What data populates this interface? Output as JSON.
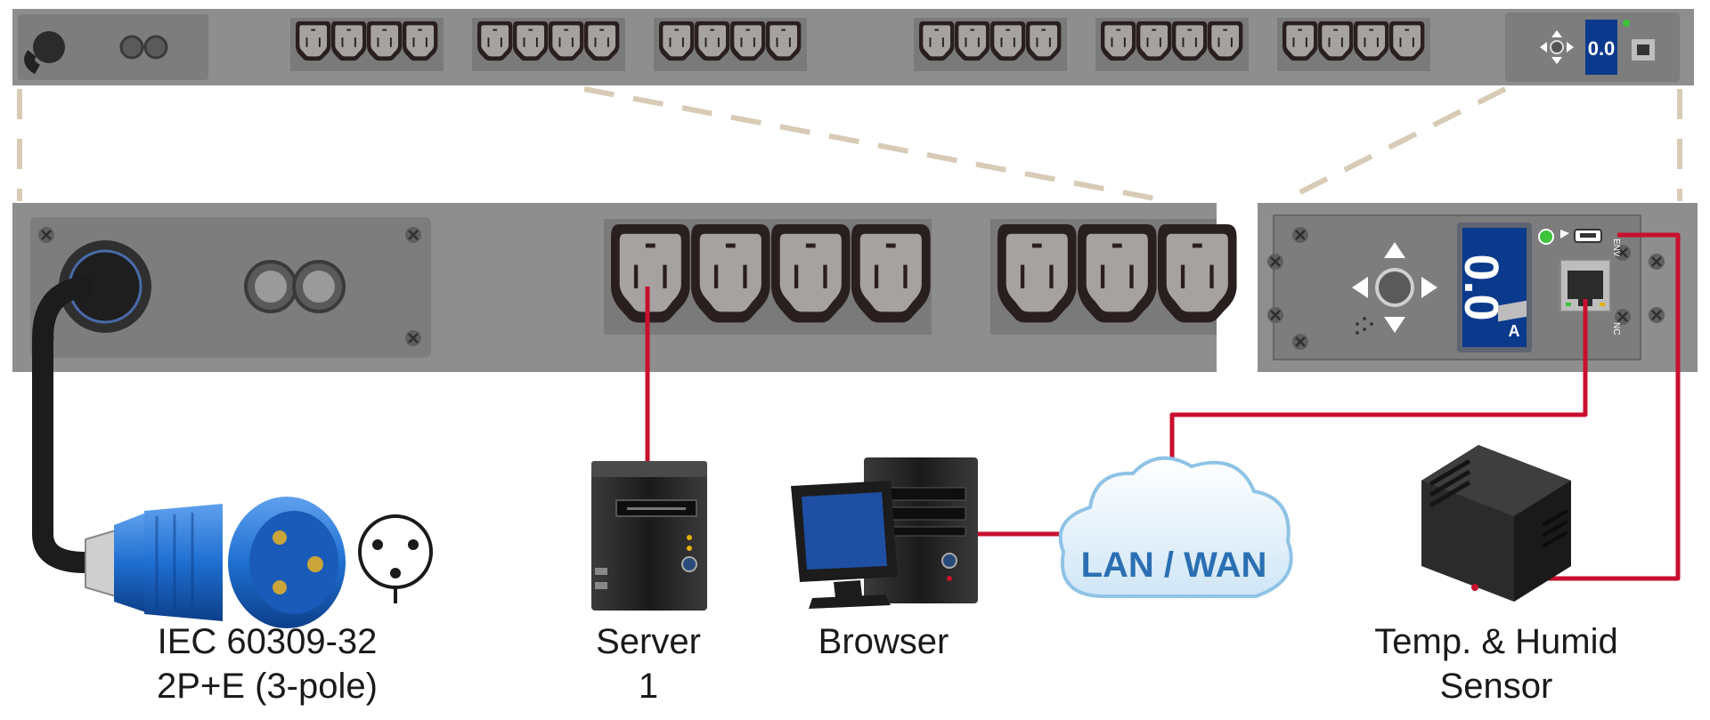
{
  "diagram": {
    "labels": {
      "plug_line1": "IEC 60309-32",
      "plug_line2": "2P+E (3-pole)",
      "server_line1": "Server",
      "server_line2": "1",
      "browser": "Browser",
      "network": "LAN / WAN",
      "sensor_line1": "Temp. & Humid",
      "sensor_line2": "Sensor"
    },
    "display": {
      "reading": "0.0",
      "unit": "A"
    },
    "port_labels": {
      "env": "ENV",
      "net": "NC"
    },
    "colors": {
      "chassis": "#8e8e8e",
      "panel": "#7d7d7d",
      "cable": "#c8102e",
      "dash": "#d8cbb6",
      "display": "#0b3a8c",
      "plug": "#1f6fd1",
      "cloud": "#dff0fb",
      "cloud_text": "#2b6fb3"
    },
    "icons": [
      "iec-plug-icon",
      "socket-pin-icon",
      "server-tower-icon",
      "desktop-computer-icon",
      "cloud-icon",
      "sensor-box-icon",
      "dpad-icon",
      "rj45-port-icon",
      "usb-port-icon",
      "led-icon"
    ]
  }
}
